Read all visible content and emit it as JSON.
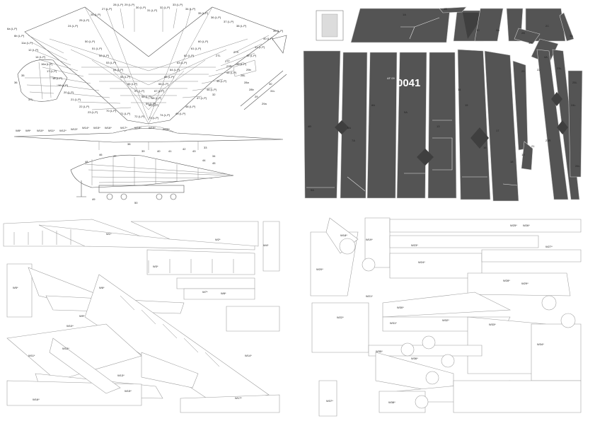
{
  "sheet": {
    "serial": "0041",
    "serial_prefix": "AF 09",
    "colors": {
      "skin": "#545454",
      "skin_dark": "#3f3f3f",
      "skin_light": "#6a6a6a",
      "outline": "#9a9a9a",
      "paper": "#ffffff"
    }
  },
  "assembly": {
    "callouts": [
      "6a (L,P)",
      "6b (L,P)",
      "11a (L,P)",
      "12 (L,P)",
      "14 (L,P)",
      "16a (L,P)",
      "17 (L,P)",
      "18 (L,P)",
      "19 (L,P)",
      "20 (L,P)",
      "21 (L,P)",
      "22 (L,P)",
      "23 (L,P)",
      "24 (L,P)",
      "25 (L,P)",
      "26 (L,P)",
      "27 (L,P)",
      "28 (L,P)",
      "29 (L,P)",
      "30 (L,P)",
      "31 (L,P)",
      "32 (L,P)",
      "33 (L,P)",
      "34 (L,P)",
      "35 (L,P)",
      "36 (L,P)",
      "37 (L,P)",
      "38 (L,P)",
      "39 (L,P)",
      "40 (L,P)",
      "41 (L,P)",
      "42 (L,P)",
      "43 (L,P)",
      "44 (L,P)",
      "45 (L,P)",
      "46 (L,P)",
      "47 (L,P)",
      "48 (L,P)",
      "49 (L,P)",
      "50 (L,P)",
      "51 (L,P)",
      "52 (L,P)",
      "53 (L,P)",
      "54 (L,P)",
      "55 (L,P)",
      "56 (L,P)",
      "57 (L,P)",
      "58 (L,P)",
      "59 (L,P)",
      "60 (L,P)",
      "61 (L,P)",
      "62 (L,P)",
      "63 (L,P)",
      "64 (L,P)",
      "65 (L,P)",
      "66 (L,P)",
      "67 (L,P)",
      "68 (L,P)",
      "69 (L,P)",
      "70 (L,P)",
      "71 (L,P)",
      "72 (L,P)",
      "73 (L,P)",
      "74 (L,P)"
    ],
    "part_labels": [
      "27L",
      "27R",
      "27S",
      "27T",
      "28L",
      "28a",
      "28b",
      "29",
      "29a",
      "29b",
      "30",
      "31L",
      "32",
      "33",
      "34",
      "35",
      "36",
      "37L",
      "38",
      "39",
      "40",
      "41",
      "42",
      "43",
      "44",
      "45",
      "46",
      "47",
      "48",
      "49",
      "50"
    ],
    "station_labels": [
      "W8*",
      "W9*",
      "W10*",
      "W11*",
      "W12*",
      "W13*",
      "W14*",
      "W15*",
      "W16*",
      "W17*",
      "W18*",
      "W19*",
      "W20*"
    ]
  },
  "skin_labels": [
    "1A",
    "1B",
    "1C",
    "2A",
    "2B",
    "2C",
    "3A",
    "3B",
    "4A",
    "4B",
    "5A",
    "6A",
    "7A",
    "8A",
    "9A",
    "13",
    "14",
    "15",
    "16",
    "17",
    "18",
    "19",
    "20",
    "21",
    "22",
    "23L",
    "23R",
    "24L",
    "25L",
    "26L"
  ],
  "parts_left": [
    "W1*",
    "W2*",
    "W3*",
    "W4*",
    "W5*",
    "W6*",
    "W7*",
    "W8*",
    "W9*",
    "W10*",
    "W11*",
    "W12*",
    "W13*",
    "W14*",
    "W15*",
    "W16*",
    "W17*"
  ],
  "parts_right": [
    "W18*",
    "W19*",
    "W20*",
    "W21*",
    "W22*",
    "W23*",
    "W24*",
    "W25*",
    "W26*",
    "W27*",
    "W28*",
    "W29*",
    "W30*",
    "W31*",
    "W32*",
    "W33*",
    "W34*",
    "W35*",
    "W36*",
    "W37*",
    "W38*"
  ]
}
